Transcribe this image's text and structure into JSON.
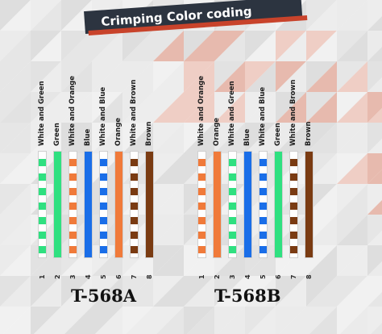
{
  "title": "Crimping Color coding",
  "colors": {
    "white": "#ffffff",
    "green": "#2fe080",
    "orange": "#f07a3a",
    "blue": "#1a6ee8",
    "brown": "#7a3b12",
    "banner_dark": "#2c3440",
    "banner_red": "#c8432b"
  },
  "standards": [
    {
      "name": "T-568A",
      "wires": [
        {
          "pin": "1",
          "label": "White and Green",
          "base": "white",
          "stripe": "green"
        },
        {
          "pin": "2",
          "label": "Green",
          "base": "green",
          "stripe": null
        },
        {
          "pin": "3",
          "label": "White and Orange",
          "base": "white",
          "stripe": "orange"
        },
        {
          "pin": "4",
          "label": "Blue",
          "base": "blue",
          "stripe": null
        },
        {
          "pin": "5",
          "label": "White and Blue",
          "base": "white",
          "stripe": "blue"
        },
        {
          "pin": "6",
          "label": "Orange",
          "base": "orange",
          "stripe": null
        },
        {
          "pin": "7",
          "label": "White and Brown",
          "base": "white",
          "stripe": "brown"
        },
        {
          "pin": "8",
          "label": "Brown",
          "base": "brown",
          "stripe": null
        }
      ]
    },
    {
      "name": "T-568B",
      "wires": [
        {
          "pin": "1",
          "label": "White and Orange",
          "base": "white",
          "stripe": "orange"
        },
        {
          "pin": "2",
          "label": "Orange",
          "base": "orange",
          "stripe": null
        },
        {
          "pin": "3",
          "label": "White and Green",
          "base": "white",
          "stripe": "green"
        },
        {
          "pin": "4",
          "label": "Blue",
          "base": "blue",
          "stripe": null
        },
        {
          "pin": "5",
          "label": "White and Blue",
          "base": "white",
          "stripe": "blue"
        },
        {
          "pin": "6",
          "label": "Green",
          "base": "green",
          "stripe": null
        },
        {
          "pin": "7",
          "label": "White and Brown",
          "base": "white",
          "stripe": "brown"
        },
        {
          "pin": "8",
          "label": "Brown",
          "base": "brown",
          "stripe": null
        }
      ]
    }
  ]
}
